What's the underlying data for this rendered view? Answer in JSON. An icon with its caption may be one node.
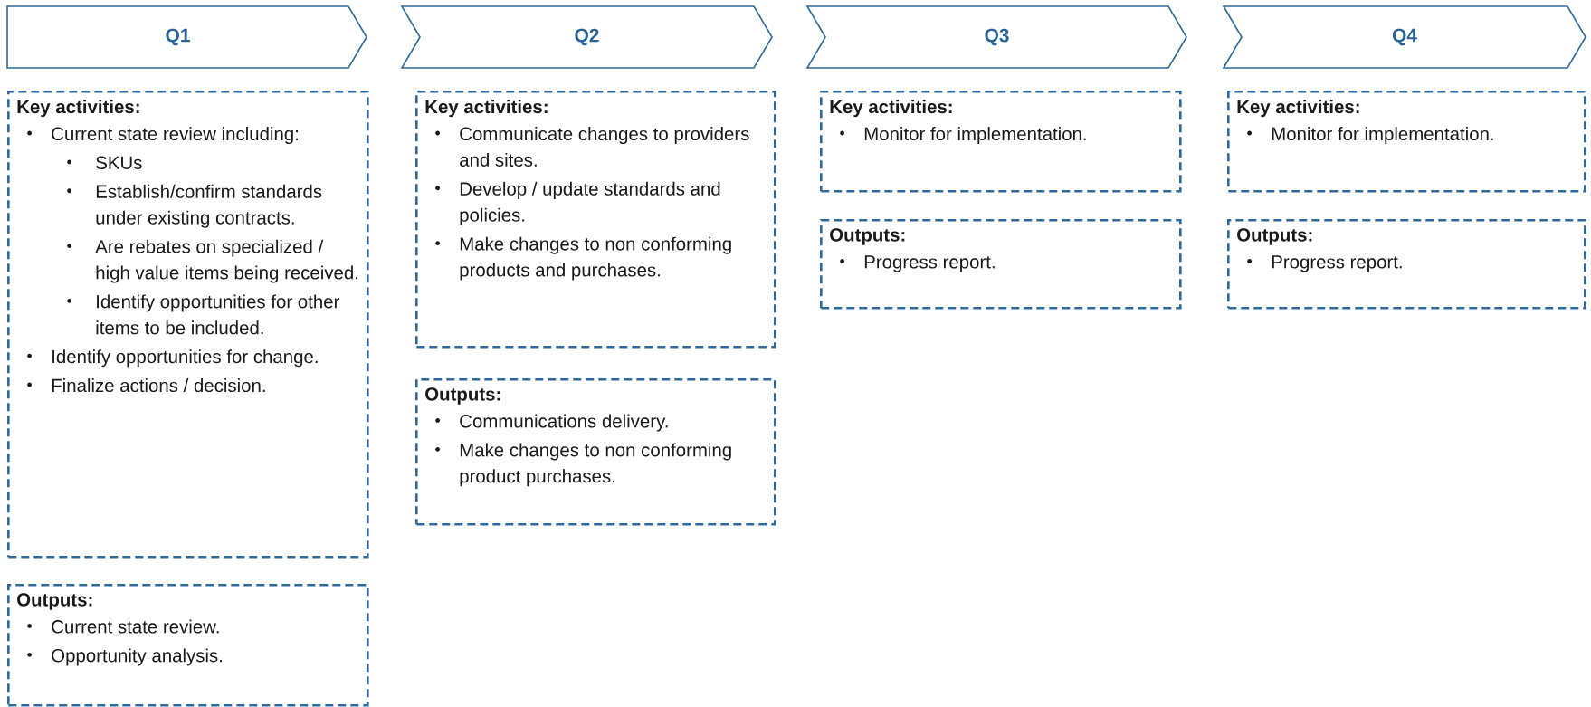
{
  "diagram": {
    "nodes": [
      {
        "text": [
          "Q1"
        ]
      },
      {
        "text": [
          "Key activities:",
          "Current state review including:",
          "SKUs",
          "Establish/confirm standards under existing contracts.",
          "Are rebates on specialized / high value items being received.",
          "Identify opportunities for other items to be included.",
          "Identify opportunities for change.",
          "Finalize actions / decision."
        ]
      },
      {
        "text": [
          "Outputs:",
          "Current state review.",
          "Opportunity analysis."
        ]
      },
      {
        "text": [
          "Q2"
        ]
      },
      {
        "text": [
          "Key activities:",
          "Communicate changes to providers and sites.",
          "Develop / update standards and policies.",
          "Make changes to non conforming products and purchases."
        ]
      },
      {
        "text": [
          "Outputs:",
          "Communications delivery.",
          "Make changes to non conforming product purchases."
        ]
      },
      {
        "text": [
          "Q3"
        ]
      },
      {
        "text": [
          "Key activities:",
          "Monitor for implementation."
        ]
      },
      {
        "text": [
          "Outputs:",
          "Progress report."
        ]
      },
      {
        "text": [
          "Q4"
        ]
      },
      {
        "text": [
          "Key activities:",
          "Monitor for implementation."
        ]
      },
      {
        "text": [
          "Outputs:",
          "Progress report."
        ]
      }
    ]
  }
}
